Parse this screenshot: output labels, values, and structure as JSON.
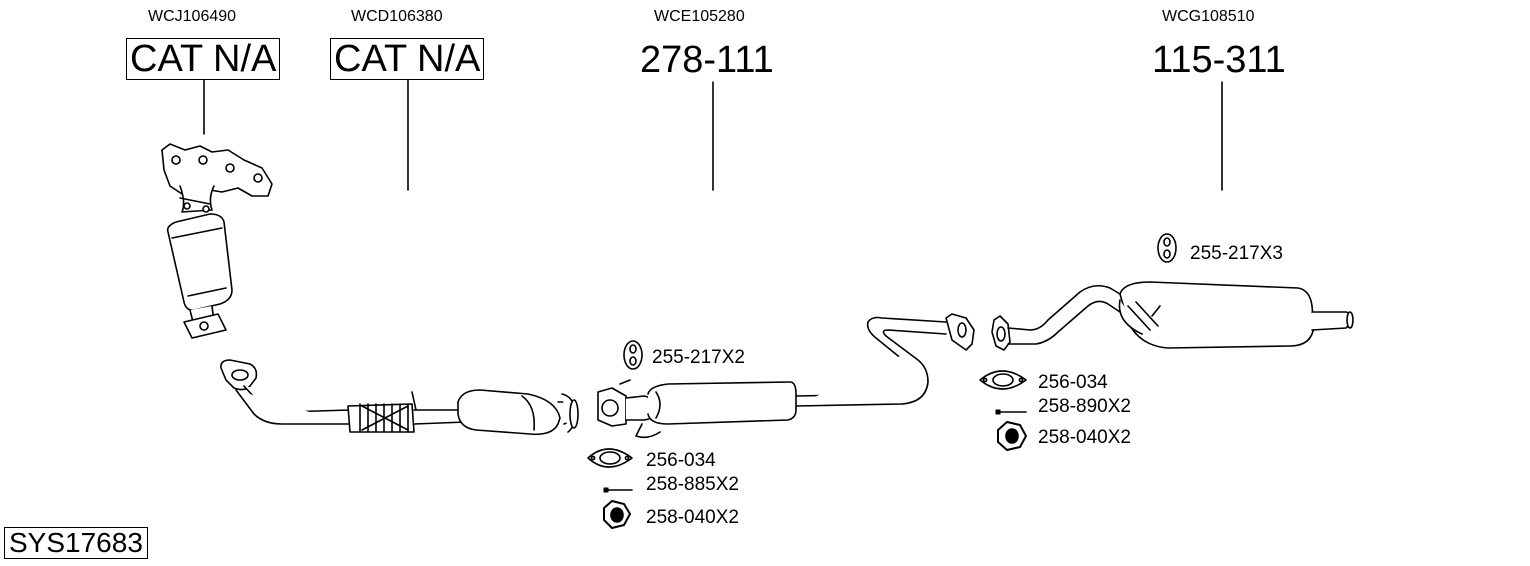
{
  "system_code": "SYS17683",
  "components": [
    {
      "oem": "WCJ106490",
      "code": "CAT N/A",
      "boxed": true
    },
    {
      "oem": "WCD106380",
      "code": "CAT N/A",
      "boxed": true
    },
    {
      "oem": "WCE105280",
      "code": "278-111",
      "boxed": false
    },
    {
      "oem": "WCG108510",
      "code": "115-311",
      "boxed": false
    }
  ],
  "parts": {
    "mount_mid": "255-217X2",
    "mount_rear": "255-217X3",
    "gasket_mid": "256-034",
    "bolt_mid": "258-885X2",
    "nut_mid": "258-040X2",
    "gasket_rear": "256-034",
    "bolt_rear": "258-890X2",
    "nut_rear": "258-040X2"
  }
}
